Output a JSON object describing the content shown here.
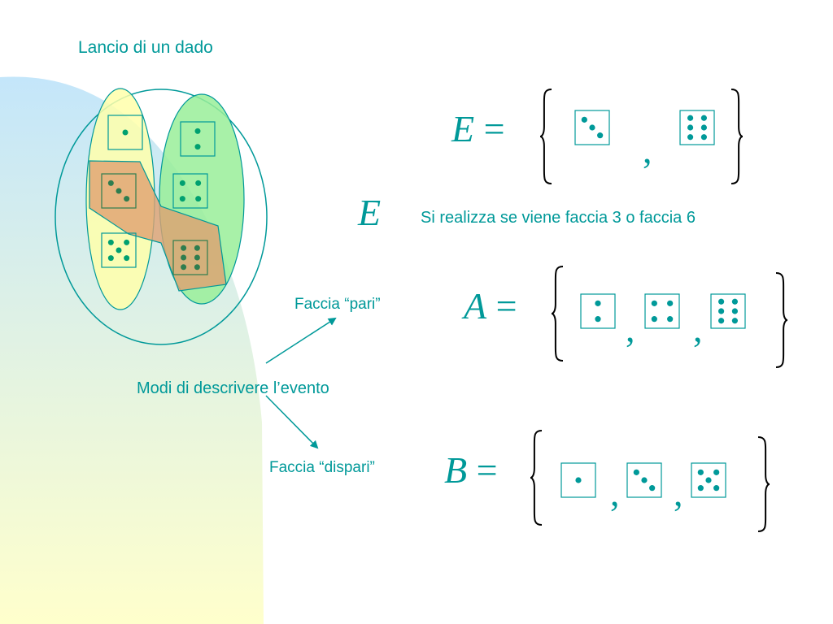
{
  "title": "Lancio di un dado",
  "event": {
    "symbol": "E",
    "description": "Si realizza se viene faccia 3 o faccia 6"
  },
  "descriptions_label": "Modi di descrivere l’evento",
  "even_label": "Faccia “pari”",
  "odd_label": "Faccia “dispari”",
  "equals": "=",
  "comma": ",",
  "sets": {
    "E": {
      "name": "E",
      "faces": [
        3,
        6
      ]
    },
    "A": {
      "name": "A",
      "faces": [
        2,
        4,
        6
      ]
    },
    "B": {
      "name": "B",
      "faces": [
        1,
        3,
        5
      ]
    }
  },
  "diagram": {
    "odd_faces": [
      1,
      3,
      5
    ],
    "even_faces": [
      2,
      4,
      6
    ],
    "highlighted_faces": [
      3,
      6
    ]
  },
  "colors": {
    "accent": "#009999",
    "odd_region": "#ffffaa",
    "even_region": "#99ee99",
    "event_region": "#e0a070",
    "background_gradient_top": "#c8e8f8",
    "background_gradient_bottom": "#ffffcc"
  }
}
